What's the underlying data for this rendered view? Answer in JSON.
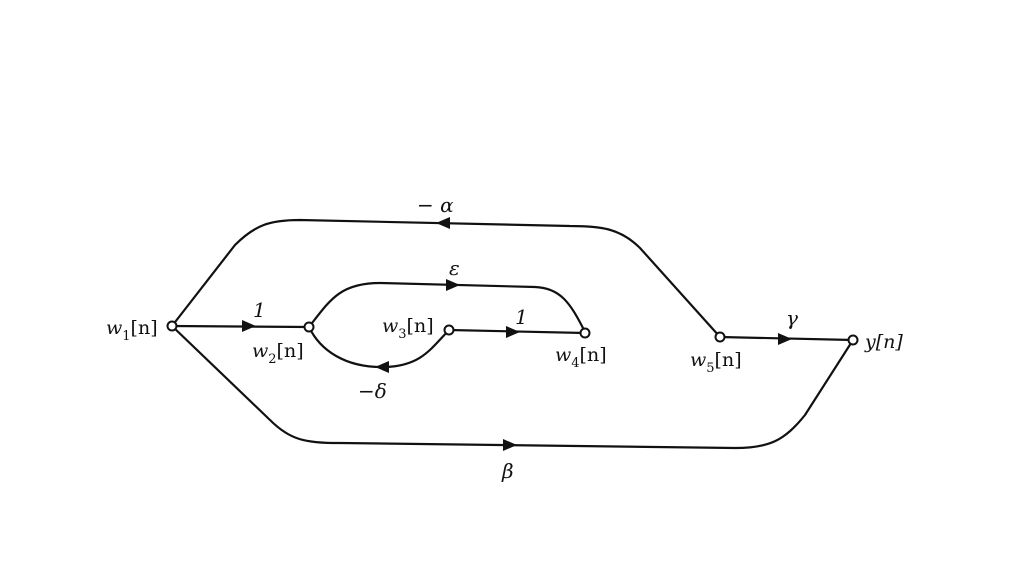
{
  "nodes": {
    "w1": {
      "base": "w",
      "sub": "1",
      "tail": "[n]"
    },
    "w2": {
      "base": "w",
      "sub": "2",
      "tail": "[n]"
    },
    "w3": {
      "base": "w",
      "sub": "3",
      "tail": "[n]"
    },
    "w4": {
      "base": "w",
      "sub": "4",
      "tail": "[n]"
    },
    "w5": {
      "base": "w",
      "sub": "5",
      "tail": "[n]"
    },
    "y": {
      "label": "y[n]"
    }
  },
  "gains": {
    "w1_w2": "1",
    "w3_w4": "1",
    "epsilon": "ε",
    "neg_delta": "−δ",
    "neg_alpha": "− α",
    "beta": "β",
    "gamma": "γ"
  },
  "colors": {
    "stroke": "#111111",
    "background": "#ffffff"
  }
}
